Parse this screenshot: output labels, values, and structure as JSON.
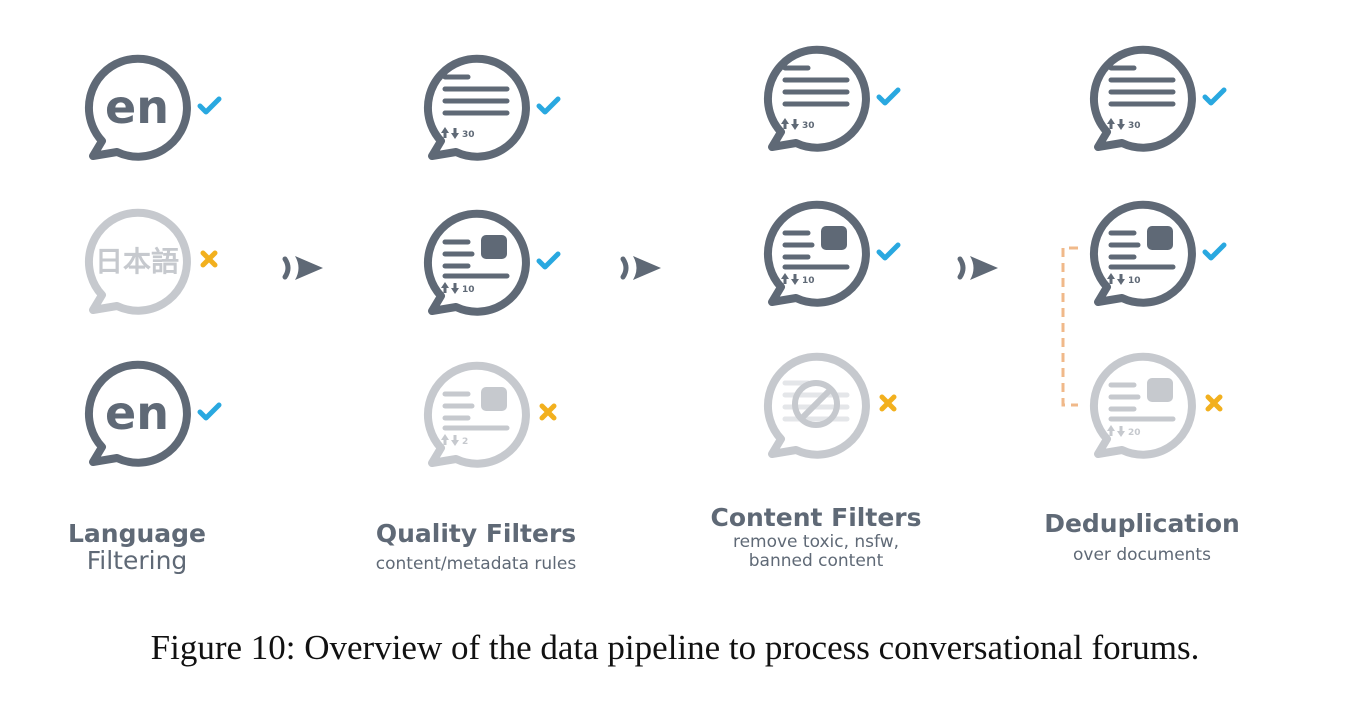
{
  "caption": "Figure 10: Overview of the data pipeline to process conversational forums.",
  "colors": {
    "dark": "#5f6976",
    "faded": "#c6c9ce",
    "check": "#29a8e0",
    "cross": "#f2b01e",
    "dedup_bracket": "#f0b98a"
  },
  "stages": [
    {
      "title": "Language",
      "title2": "Filtering",
      "items": [
        {
          "kind": "lang",
          "text": "en",
          "status": "check"
        },
        {
          "kind": "lang",
          "text": "日本語",
          "status": "cross"
        },
        {
          "kind": "lang",
          "text": "en",
          "status": "check"
        }
      ]
    },
    {
      "title": "Quality Filters",
      "subtitle": "content/metadata rules",
      "items": [
        {
          "kind": "text",
          "votes": "30",
          "status": "check"
        },
        {
          "kind": "image",
          "votes": "10",
          "status": "check"
        },
        {
          "kind": "image",
          "votes": "2",
          "status": "cross"
        }
      ]
    },
    {
      "title": "Content Filters",
      "subtitle": "remove toxic, nsfw,",
      "subtitle2": "banned content",
      "items": [
        {
          "kind": "text",
          "votes": "30",
          "status": "check"
        },
        {
          "kind": "image",
          "votes": "10",
          "status": "check"
        },
        {
          "kind": "banned",
          "votes": "",
          "status": "cross"
        }
      ]
    },
    {
      "title": "Deduplication",
      "subtitle": "over documents",
      "items": [
        {
          "kind": "text",
          "votes": "30",
          "status": "check"
        },
        {
          "kind": "image",
          "votes": "10",
          "status": "check"
        },
        {
          "kind": "image",
          "votes": "20",
          "status": "cross"
        }
      ]
    }
  ],
  "arrows": [
    "stage-1-to-2",
    "stage-2-to-3",
    "stage-3-to-4"
  ]
}
